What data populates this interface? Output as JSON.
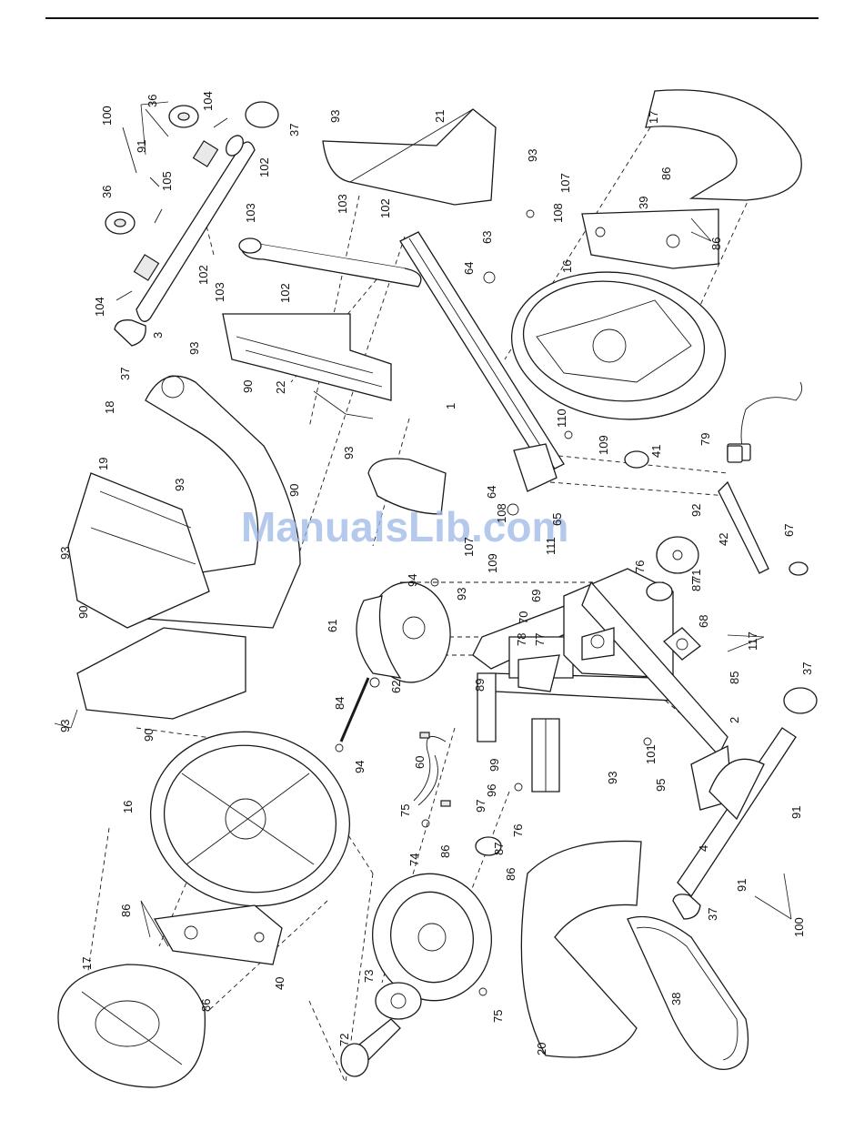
{
  "watermark": "ManualsLib.com",
  "callouts": {
    "c1": "1",
    "c2": "2",
    "c3": "3",
    "c4": "4",
    "c16a": "16",
    "c16b": "16",
    "c17a": "17",
    "c17b": "17",
    "c18": "18",
    "c19": "19",
    "c20": "20",
    "c21": "21",
    "c22": "22",
    "c36a": "36",
    "c36b": "36",
    "c37a": "37",
    "c37b": "37",
    "c37c": "37",
    "c37d": "37",
    "c38": "38",
    "c39": "39",
    "c40": "40",
    "c41": "41",
    "c42": "42",
    "c60": "60",
    "c61": "61",
    "c62": "62",
    "c63": "63",
    "c64a": "64",
    "c64b": "64",
    "c65": "65",
    "c67": "67",
    "c68": "68",
    "c69": "69",
    "c70": "70",
    "c71": "71",
    "c72": "72",
    "c73": "73",
    "c74": "74",
    "c75a": "75",
    "c75b": "75",
    "c76a": "76",
    "c76b": "76",
    "c77": "77",
    "c78": "78",
    "c79": "79",
    "c84": "84",
    "c85": "85",
    "c86a": "86",
    "c86b": "86",
    "c86c": "86",
    "c86d": "86",
    "c86e": "86",
    "c86f": "86",
    "c87a": "87",
    "c87b": "87",
    "c89": "89",
    "c90a": "90",
    "c90b": "90",
    "c90c": "90",
    "c90d": "90",
    "c91a": "91",
    "c91b": "91",
    "c91c": "91",
    "c92": "92",
    "c93a": "93",
    "c93b": "93",
    "c93c": "93",
    "c93d": "93",
    "c93e": "93",
    "c93f": "93",
    "c93g": "93",
    "c93h": "93",
    "c93i": "93",
    "c94a": "94",
    "c94b": "94",
    "c95": "95",
    "c96": "96",
    "c97": "97",
    "c99": "99",
    "c100a": "100",
    "c100b": "100",
    "c101": "101",
    "c102a": "102",
    "c102b": "102",
    "c102c": "102",
    "c102d": "102",
    "c103a": "103",
    "c103b": "103",
    "c103c": "103",
    "c104a": "104",
    "c104b": "104",
    "c105": "105",
    "c107a": "107",
    "c107b": "107",
    "c108a": "108",
    "c108b": "108",
    "c109a": "109",
    "c109b": "109",
    "c110": "110",
    "c111": "111",
    "c117": "117"
  }
}
